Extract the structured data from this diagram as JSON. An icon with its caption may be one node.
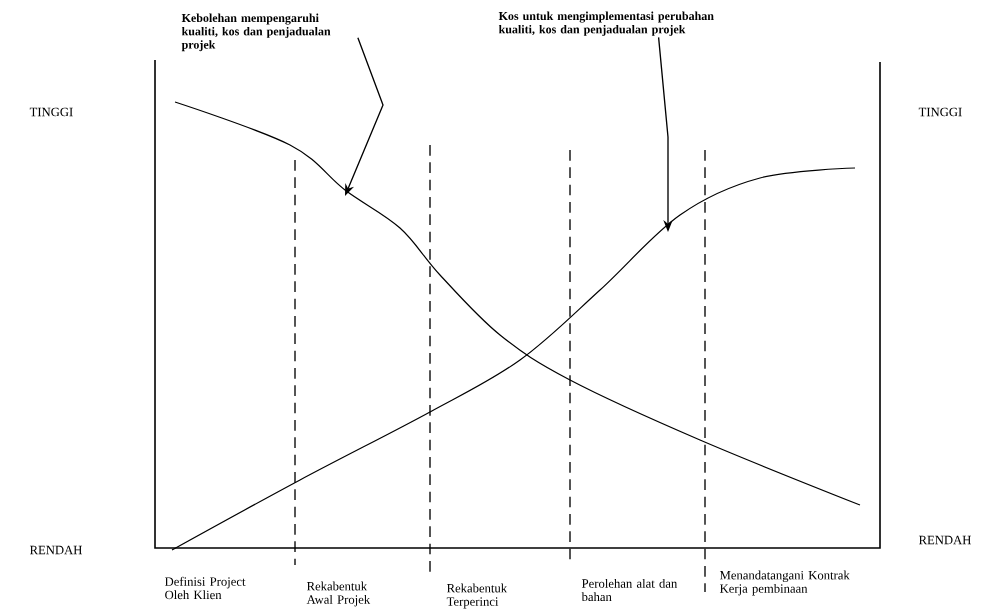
{
  "diagram": {
    "nodes": [
      {
        "text": [
          "Kebolehan mempengaruhi kualiti, kos dan penjadualan projek"
        ]
      },
      {
        "text": [
          "Kos untuk mengimplementasi perubahan kualiti, kos dan penjadualan projek"
        ]
      }
    ],
    "edges": [
      {
        "from": 0,
        "to": null,
        "arrow": "to"
      },
      {
        "from": 1,
        "to": null,
        "arrow": "to"
      }
    ],
    "labels": [
      "TINGGI",
      "TINGGI",
      "RENDAH",
      "RENDAH",
      "Definisi Project Oleh Klien",
      "Rekabentuk Awal Projek",
      "Rekabentuk Terperinci",
      "Perolehan alat dan bahan",
      "Menandatangani Kontrak Kerja pembinaan"
    ]
  }
}
